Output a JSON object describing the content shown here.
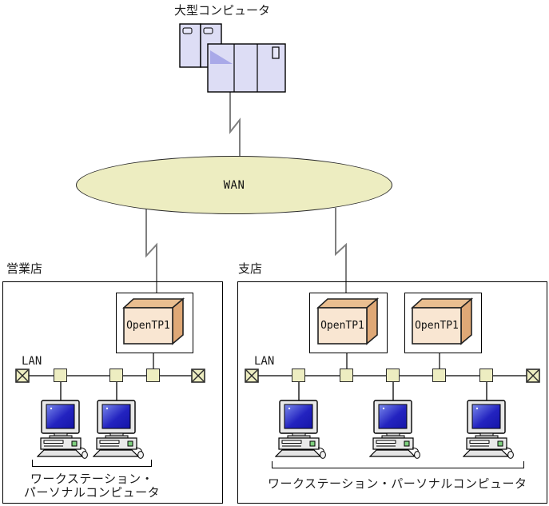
{
  "diagram": {
    "title": "大型コンピュータ",
    "wan": {
      "label": "WAN"
    },
    "groups": [
      {
        "name": "営業店",
        "lan_label": "LAN",
        "servers": [
          {
            "label": "OpenTP1"
          }
        ],
        "workstation_count": 2,
        "lan_node_count": 3,
        "caption_lines": [
          "ワークステーション・",
          "パーソナルコンピュータ"
        ]
      },
      {
        "name": "支店",
        "lan_label": "LAN",
        "servers": [
          {
            "label": "OpenTP1"
          },
          {
            "label": "OpenTP1"
          }
        ],
        "workstation_count": 3,
        "lan_node_count": 5,
        "caption_lines": [
          "ワークステーション・パーソナルコンピュータ"
        ]
      }
    ],
    "icons": {
      "mainframe": "mainframe-icon",
      "workstation": "workstation-icon",
      "lan_terminator": "lan-terminator-icon",
      "lan_node": "lan-node-icon"
    },
    "colors": {
      "wan_fill": "#EDEDC1",
      "lan_node_fill": "#EDEDC1",
      "server_front": "#F9E6D2",
      "server_top": "#E9BE90",
      "server_side": "#DFA876",
      "mainframe_fill": "#DDDDF5",
      "mainframe_accent": "#A9A9E8",
      "screen_blue": "#2323C0",
      "connector_gray": "#7F7F7F"
    }
  }
}
